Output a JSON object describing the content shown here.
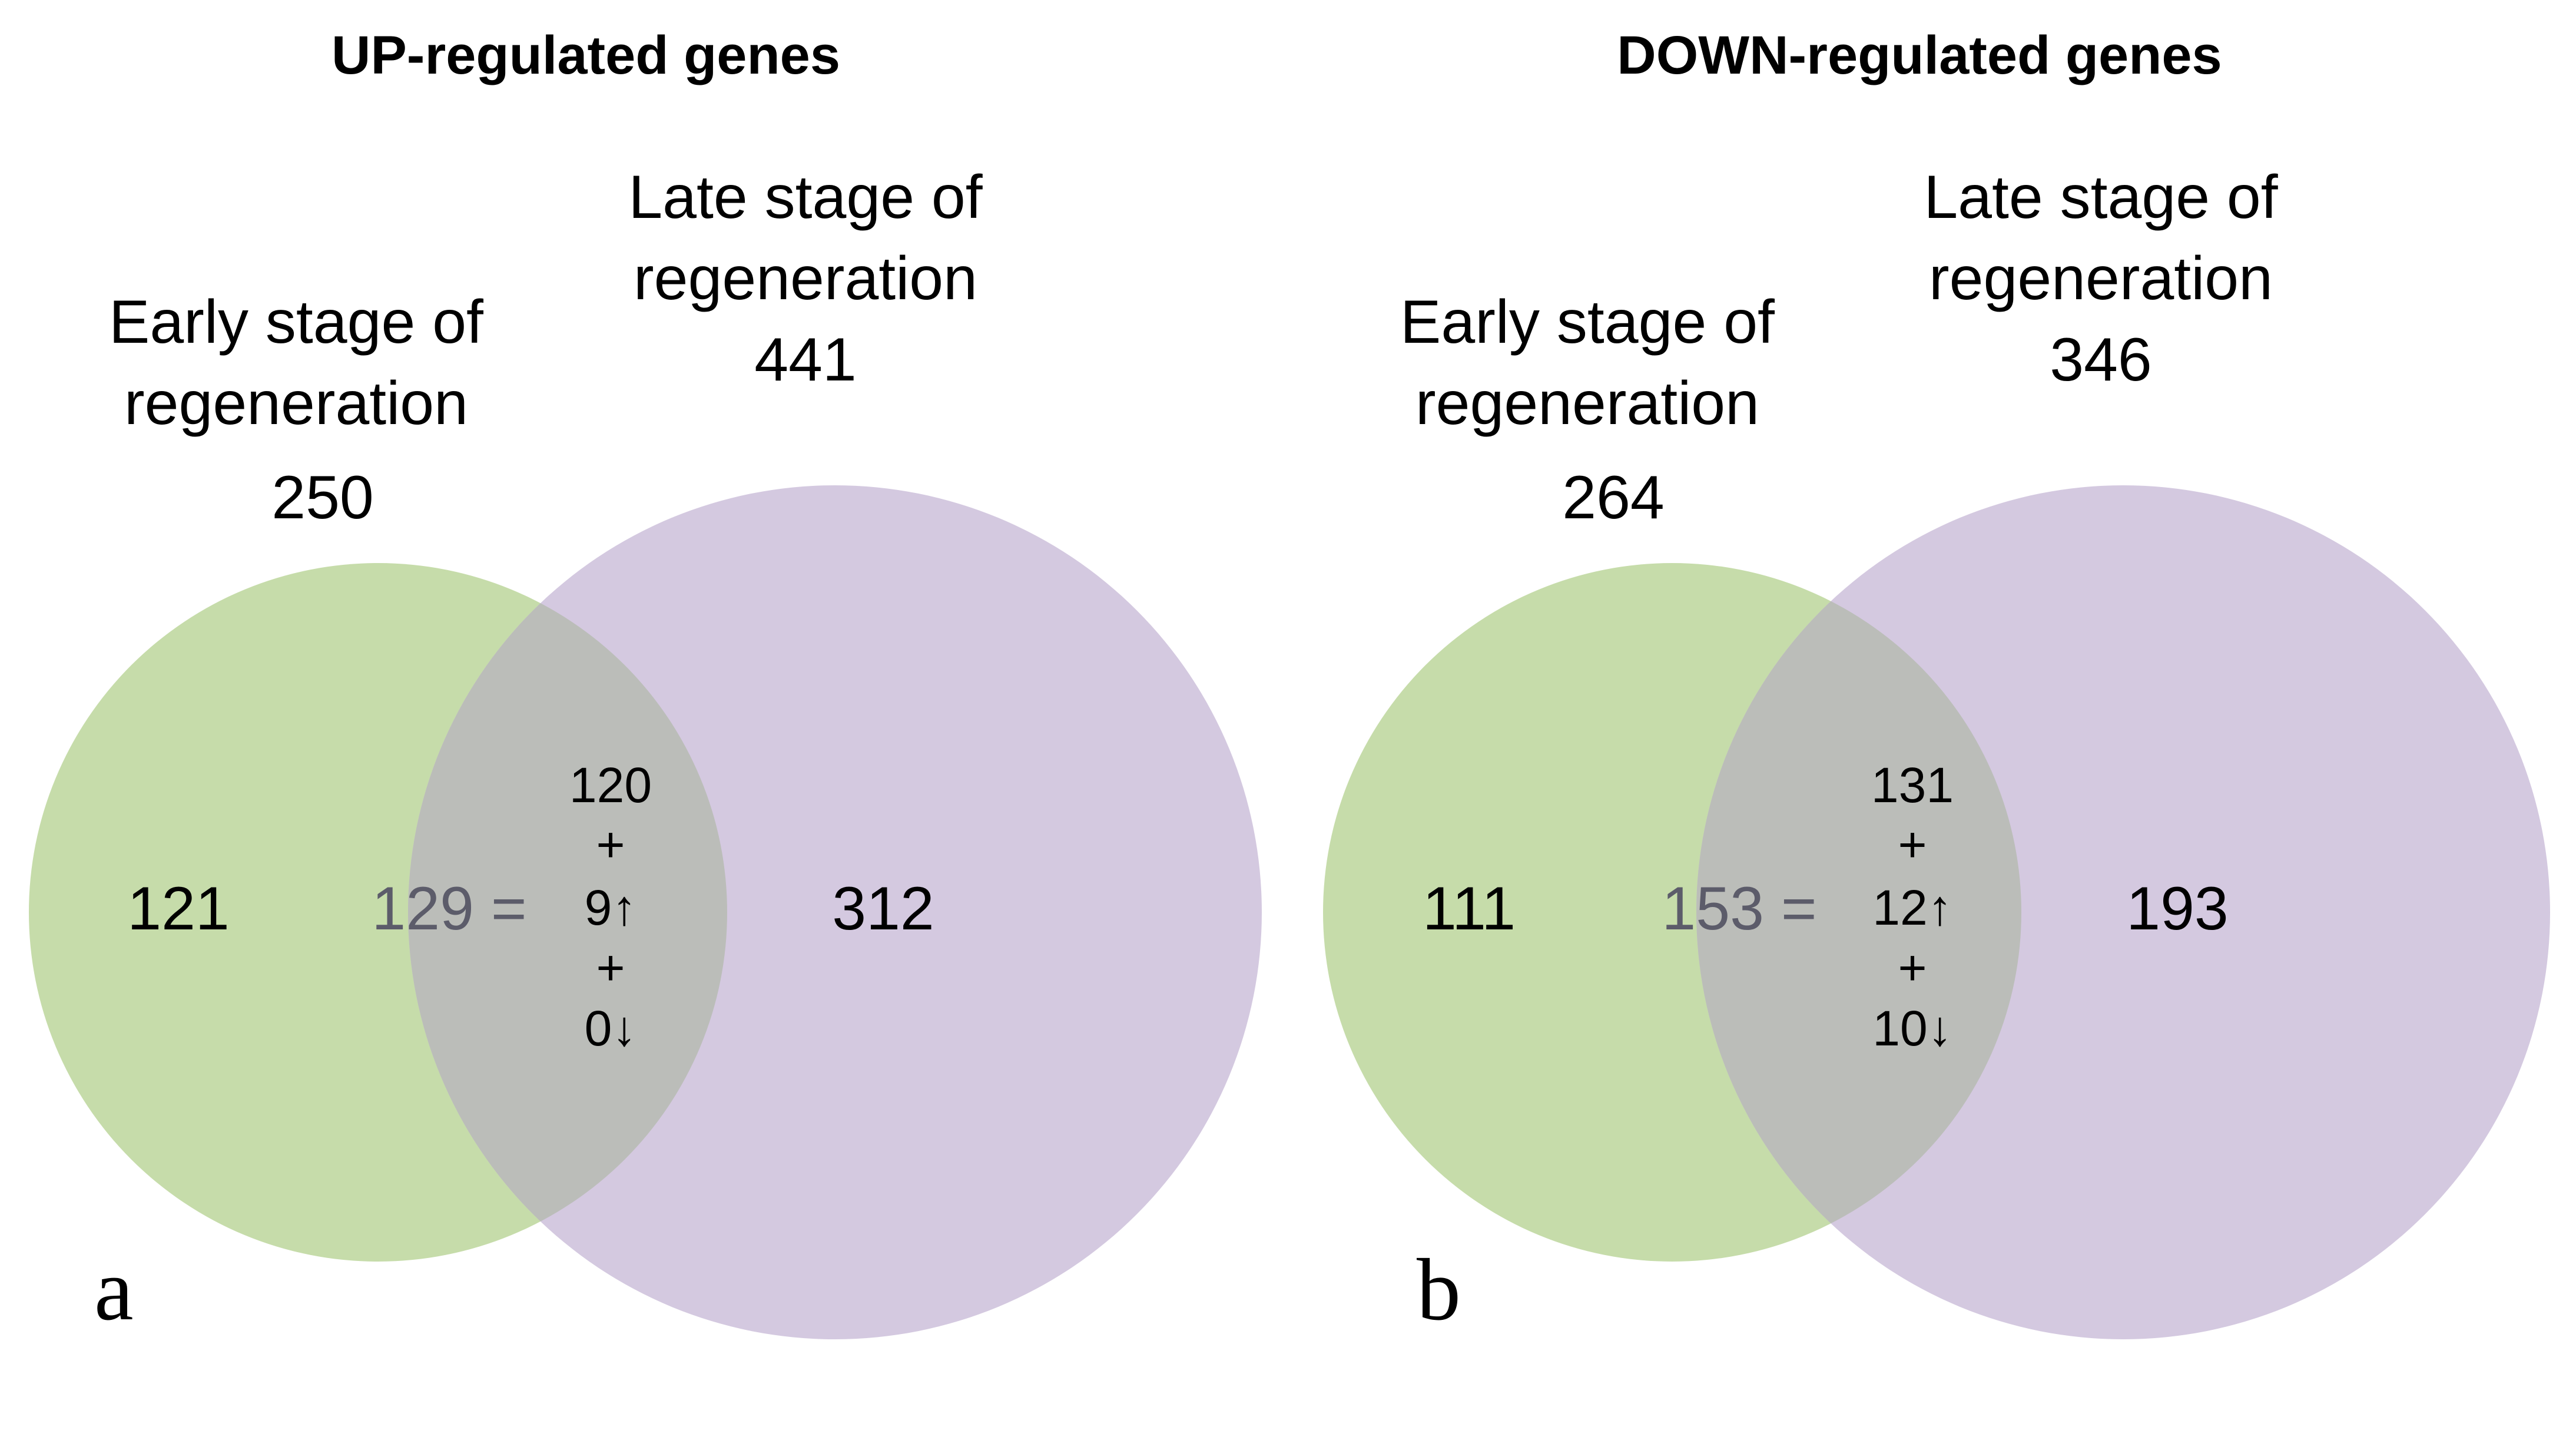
{
  "colors": {
    "early_circle": "#c6dcaa",
    "late_circle": "#d4c9e0",
    "overlap": "#bbbdb9",
    "equation_text": "#5c5c6a"
  },
  "panels": [
    {
      "letter": "a",
      "title": "UP-regulated genes",
      "early": {
        "label_line1": "Early stage of",
        "label_line2": "regeneration",
        "total": "250",
        "unique": "121"
      },
      "late": {
        "label_line1": "Late stage of",
        "label_line2": "regeneration",
        "total": "441",
        "unique": "312"
      },
      "overlap": {
        "equation": "129 =",
        "line1": "120",
        "plus1": "+",
        "line2": "9↑",
        "plus2": "+",
        "line3": "0↓"
      }
    },
    {
      "letter": "b",
      "title": "DOWN-regulated genes",
      "early": {
        "label_line1": "Early stage of",
        "label_line2": "regeneration",
        "total": "264",
        "unique": "111"
      },
      "late": {
        "label_line1": "Late stage of",
        "label_line2": "regeneration",
        "total": "346",
        "unique": "193"
      },
      "overlap": {
        "equation": "153 =",
        "line1": "131",
        "plus1": "+",
        "line2": "12↑",
        "plus2": "+",
        "line3": "10↓"
      }
    }
  ]
}
